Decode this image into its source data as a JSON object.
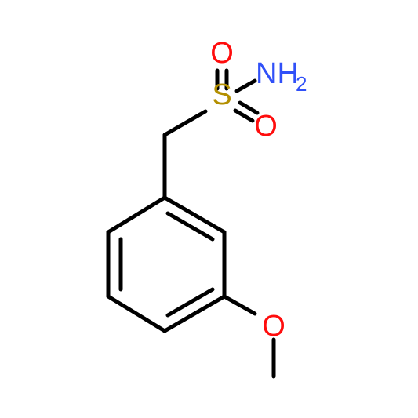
{
  "molecule": {
    "atoms": {
      "sulfur": {
        "symbol": "S",
        "color": "#b38f00"
      },
      "oxygen_top": {
        "symbol": "O",
        "color": "#ff0d0d"
      },
      "oxygen_right": {
        "symbol": "O",
        "color": "#ff0d0d"
      },
      "amine": {
        "symbol": "NH",
        "subscript": "2",
        "color": "#3050f8"
      },
      "methoxy_oxygen": {
        "symbol": "O",
        "color": "#ff0d0d"
      }
    },
    "bond_color": "#000000"
  }
}
